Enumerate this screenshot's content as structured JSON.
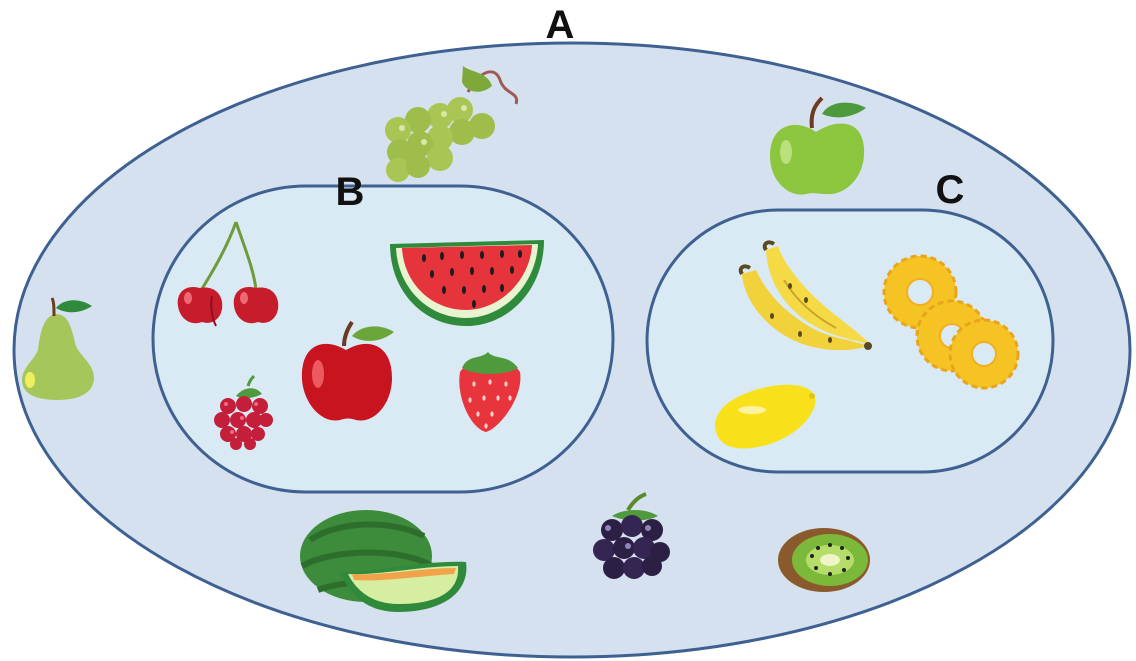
{
  "sets": {
    "A": {
      "label": "A",
      "fill": "#d5e1ee",
      "stroke": "#3f6192"
    },
    "B": {
      "label": "B",
      "fill": "#d9eaf5",
      "stroke": "#3f6192"
    },
    "C": {
      "label": "C",
      "fill": "#d9eaf5",
      "stroke": "#3f6192"
    }
  },
  "members": {
    "A_only": [
      "grapes",
      "green-apple",
      "pear",
      "melon",
      "blackberry",
      "kiwi"
    ],
    "B": [
      "cherries",
      "watermelon-slice",
      "red-apple",
      "raspberry",
      "strawberry"
    ],
    "C": [
      "banana",
      "pineapple-rings",
      "lemon"
    ]
  }
}
